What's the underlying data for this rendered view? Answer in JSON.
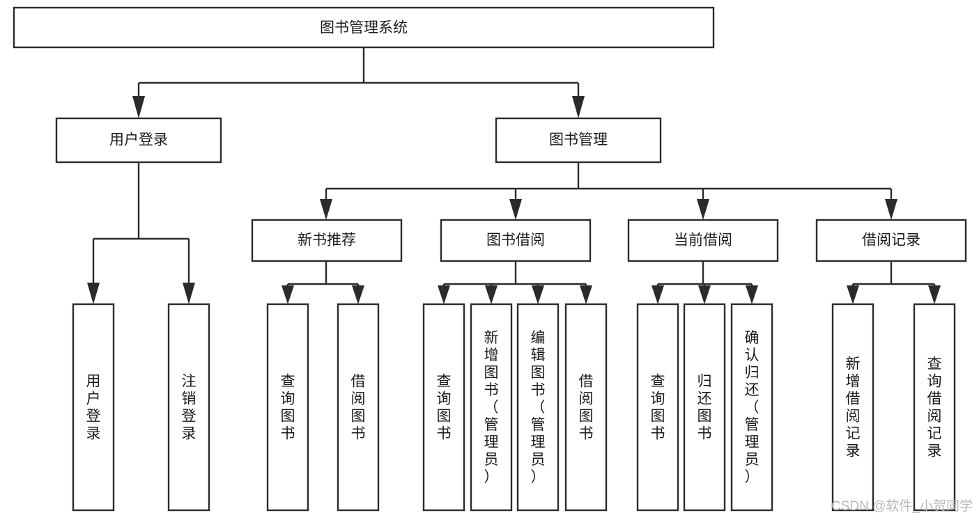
{
  "diagram": {
    "type": "tree-hierarchy-chart",
    "title": "图书管理系统",
    "background_color": "#ffffff",
    "box_stroke_color": "#2b2b2b",
    "box_fill_color": "#ffffff",
    "text_color": "#1b1b1b",
    "root": {
      "id": "root",
      "label": "图书管理系统"
    },
    "level2": [
      {
        "id": "user-login",
        "label": "用户登录"
      },
      {
        "id": "book-management",
        "label": "图书管理"
      }
    ],
    "level3": [
      {
        "id": "new-book-recommend",
        "label": "新书推荐",
        "parent": "book-management"
      },
      {
        "id": "book-borrow",
        "label": "图书借阅",
        "parent": "book-management"
      },
      {
        "id": "current-borrow",
        "label": "当前借阅",
        "parent": "book-management"
      },
      {
        "id": "borrow-record",
        "label": "借阅记录",
        "parent": "book-management"
      }
    ],
    "leaves": {
      "user-login": [
        {
          "id": "leaf-user-login",
          "label": "用户登录"
        },
        {
          "id": "leaf-user-logout",
          "label": "注销登录"
        }
      ],
      "new-book-recommend": [
        {
          "id": "leaf-query-book-1",
          "label": "查询图书"
        },
        {
          "id": "leaf-borrow-book-1",
          "label": "借阅图书"
        }
      ],
      "book-borrow": [
        {
          "id": "leaf-query-book-2",
          "label": "查询图书"
        },
        {
          "id": "leaf-add-book",
          "label": "新增图书（管理员）"
        },
        {
          "id": "leaf-edit-book",
          "label": "编辑图书（管理员）"
        },
        {
          "id": "leaf-borrow-book-2",
          "label": "借阅图书"
        }
      ],
      "current-borrow": [
        {
          "id": "leaf-query-book-3",
          "label": "查询图书"
        },
        {
          "id": "leaf-return-book",
          "label": "归还图书"
        },
        {
          "id": "leaf-confirm-return",
          "label": "确认归还（管理员）"
        }
      ],
      "borrow-record": [
        {
          "id": "leaf-add-record",
          "label": "新增借阅记录"
        },
        {
          "id": "leaf-query-record",
          "label": "查询借阅记录"
        }
      ]
    }
  },
  "watermark": {
    "text": "CSDN @软件_小贺同学",
    "color": "#b8b8b8"
  }
}
